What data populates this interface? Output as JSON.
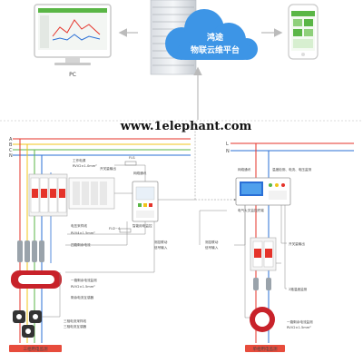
{
  "top": {
    "pc_label": "PC",
    "cloud_line1": "鸿途",
    "cloud_line2": "物联云维平台"
  },
  "watermark": "www.1elephant.com",
  "colors": {
    "accent_green": "#5ab646",
    "line_red": "#e5332a",
    "line_blue": "#2a6fd6",
    "line_yellow": "#f0c419",
    "cloud_blue": "#3d95e6",
    "arrow_gray": "#bbbbbb",
    "sensor_red": "#c8222a",
    "label_red": "#e74c3c"
  },
  "left_panel": {
    "phase_labels": [
      "A",
      "B",
      "C",
      "N"
    ],
    "annotations": [
      "工作电源",
      "RVV2×1.0mm²",
      "开关量输出",
      "FU1",
      "FU2~4",
      "电压采样线",
      "RVV4×1.5mm²",
      "四路剩余电流",
      "一路剩余电流监测",
      "RVV2×1.5mm²",
      "剩余电流互感器",
      "三相电流采样线",
      "三相电流互感器",
      "网络通讯",
      "智能用电监控",
      "测控联动",
      "信号输入"
    ],
    "bottom_label": "三相用电监测"
  },
  "right_panel": {
    "phase_labels": [
      "L",
      "N"
    ],
    "annotations": [
      "网络通讯",
      "温度检测、电流、电压监测",
      "电气火灾监控终端",
      "开关量输出",
      "2路温度监测",
      "测控联动",
      "信号输入",
      "一路剩余电流监测",
      "RVV2×1.5mm²"
    ],
    "bottom_label": "单相用电监测"
  }
}
